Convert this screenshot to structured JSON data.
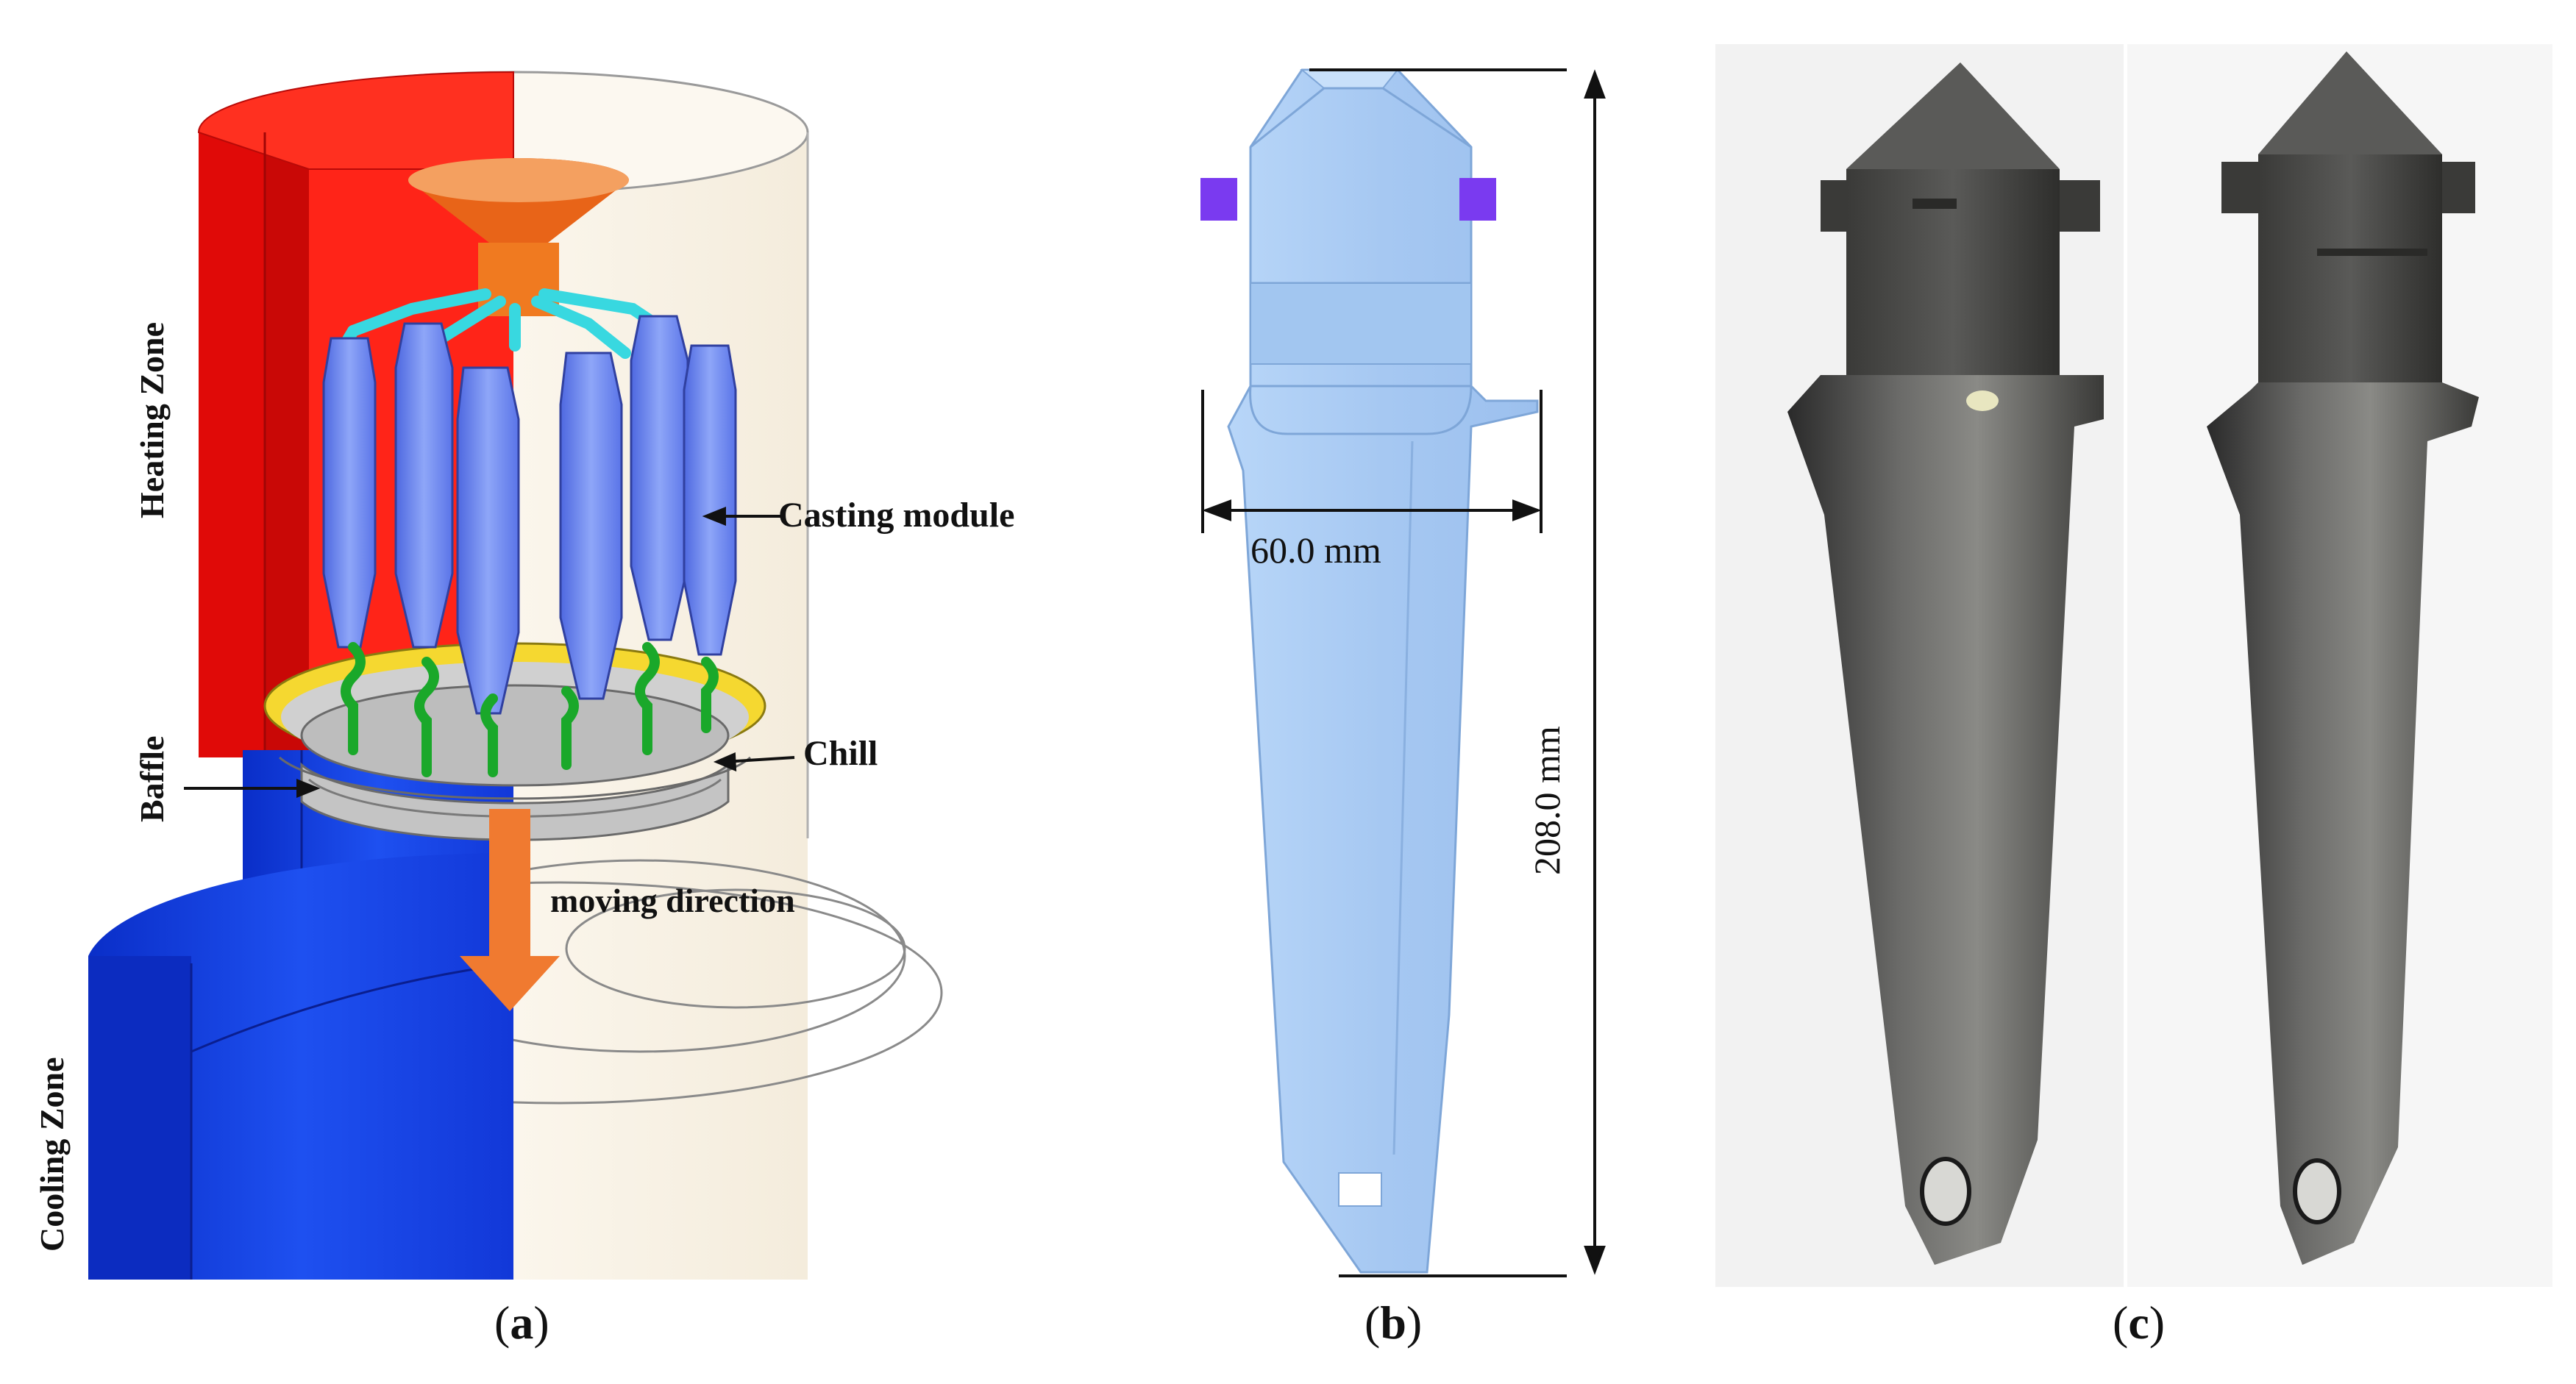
{
  "panel_a": {
    "labels": {
      "heating_zone": "Heating Zone",
      "cooling_zone": "Cooling Zone",
      "casting_module": "Casting module",
      "chill": "Chill",
      "baffle": "Baffle",
      "moving_direction": "moving direction"
    },
    "caption_letter": "a"
  },
  "panel_b": {
    "width_dimension": "60.0 mm",
    "height_dimension": "208.0 mm",
    "caption_letter": "b"
  },
  "panel_c": {
    "caption_letter": "c"
  },
  "colors": {
    "heating": "#ff1a14",
    "cooling": "#1240e0",
    "arrow": "#f07a30",
    "funnel": "#f07a20",
    "runner": "#38d8e0",
    "blade": "#6a84f0",
    "riser": "#1aa82a",
    "blade_b": "#a9ccf4",
    "lug": "#7a3af0"
  }
}
